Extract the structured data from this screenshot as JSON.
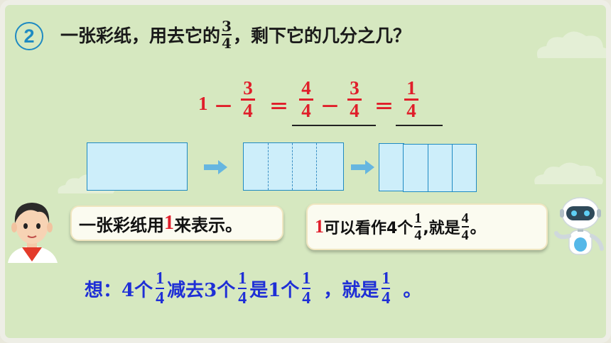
{
  "problem": {
    "number": "2",
    "text_before": "一张彩纸，用去它的",
    "frac_num": "3",
    "frac_den": "4",
    "text_after": "，剩下它的几分之几？"
  },
  "equation": {
    "whole": "1",
    "minus": "－",
    "a_num": "3",
    "a_den": "4",
    "equals1": "＝",
    "b_num": "4",
    "b_den": "4",
    "minus2": "－",
    "c_num": "3",
    "c_den": "4",
    "equals2": "＝",
    "r_num": "1",
    "r_den": "4"
  },
  "boy_speech": {
    "before": "一张彩纸用",
    "highlight": "1",
    "after": "来表示。"
  },
  "robot_speech": {
    "highlight": "1",
    "text1": "可以看作4个",
    "f1_num": "1",
    "f1_den": "4",
    "text2": ",就是",
    "f2_num": "4",
    "f2_den": "4",
    "text3": "。"
  },
  "think": {
    "label": "想：",
    "t1": "4个",
    "f1_num": "1",
    "f1_den": "4",
    "t2": "减去3个",
    "f2_num": "1",
    "f2_den": "4",
    "t3": "是1个",
    "f3_num": "1",
    "f3_den": "4",
    "t4": "，就是",
    "f4_num": "1",
    "f4_den": "4",
    "t5": "。"
  },
  "colors": {
    "background": "#d6e8c0",
    "accent_blue": "#1e8ac2",
    "answer_red": "#e01e2a",
    "think_blue": "#1f2fd6",
    "paper_fill": "#cdeefa"
  }
}
